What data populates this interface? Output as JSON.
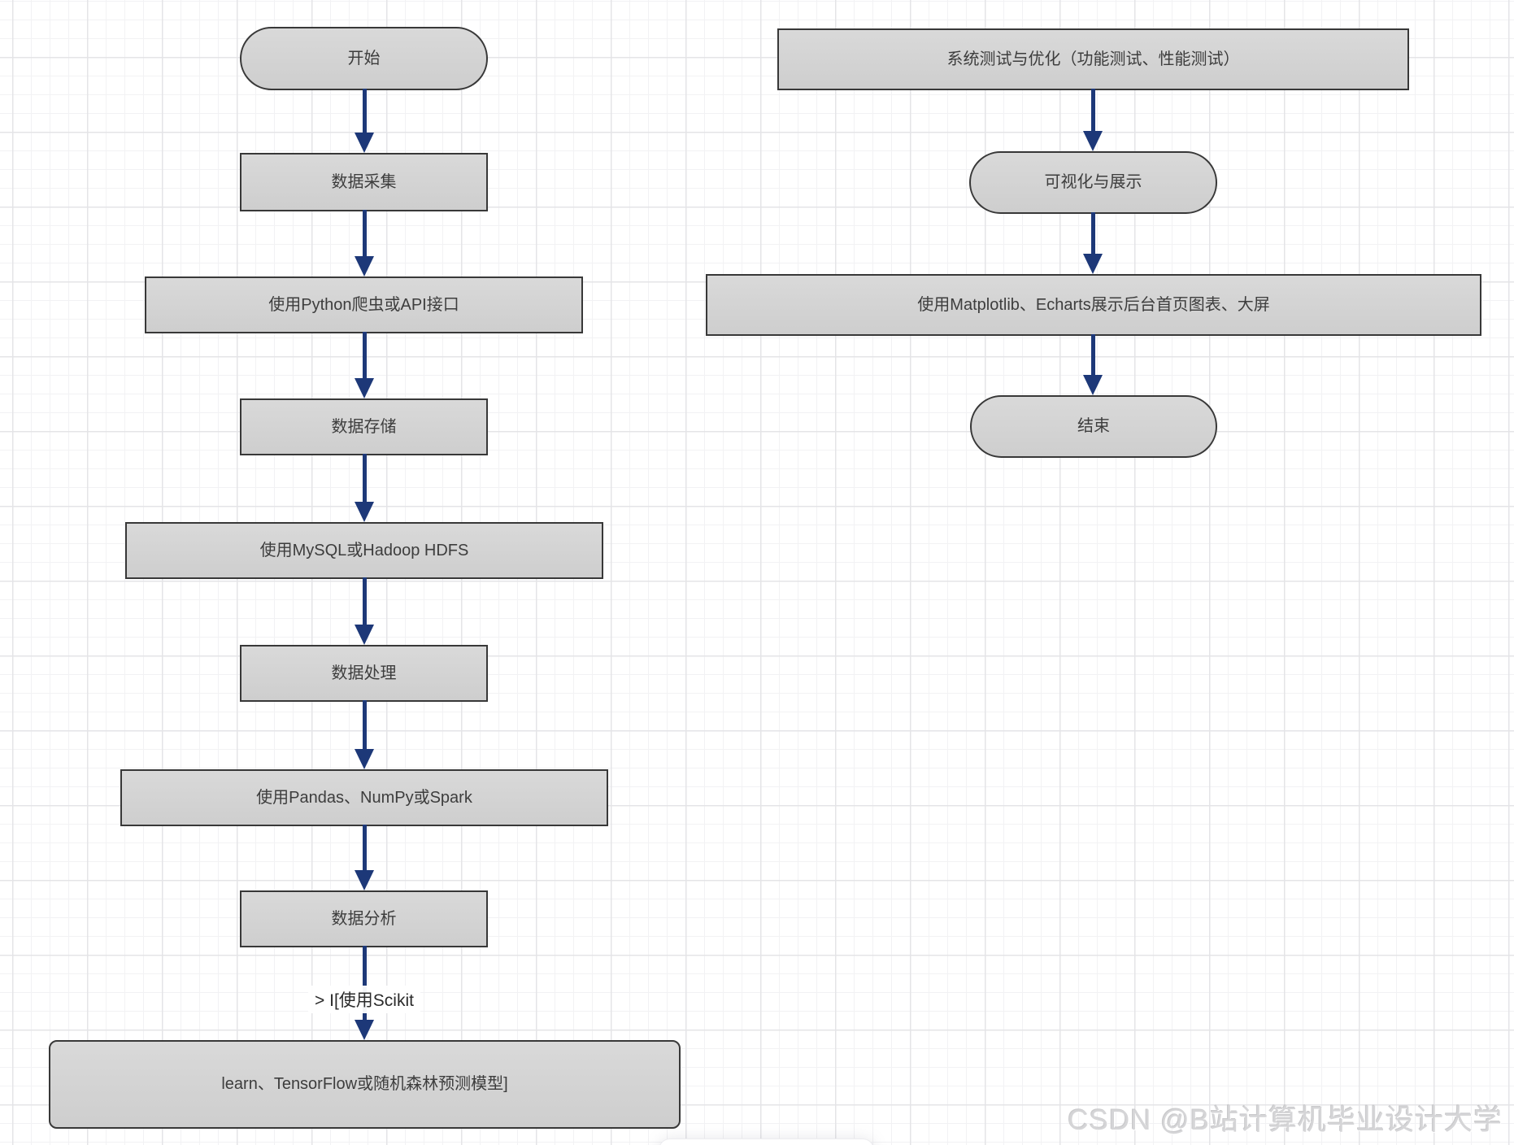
{
  "diagram": {
    "type": "flowchart",
    "colors": {
      "arrow": "#1d3878",
      "node_fill": "#d3d3d3",
      "node_border": "#383838",
      "grid_minor": "#f2f2f4",
      "grid_major": "#e4e4e7"
    },
    "left_flow": {
      "nodes": [
        {
          "id": "start",
          "shape": "stadium",
          "label": "开始"
        },
        {
          "id": "data-collection",
          "shape": "rect",
          "label": "数据采集"
        },
        {
          "id": "python-crawler-api",
          "shape": "rect",
          "label": "使用Python爬虫或API接口"
        },
        {
          "id": "data-storage",
          "shape": "rect",
          "label": "数据存储"
        },
        {
          "id": "mysql-hadoop-hdfs",
          "shape": "rect",
          "label": "使用MySQL或Hadoop HDFS"
        },
        {
          "id": "data-processing",
          "shape": "rect",
          "label": "数据处理"
        },
        {
          "id": "pandas-numpy-spark",
          "shape": "rect",
          "label": "使用Pandas、NumPy或Spark"
        },
        {
          "id": "data-analysis",
          "shape": "rect",
          "label": "数据分析"
        },
        {
          "id": "prediction-model",
          "shape": "rounded",
          "label": "learn、TensorFlow或随机森林预测模型]"
        }
      ],
      "edge_label": "> I[使用Scikit"
    },
    "right_flow": {
      "nodes": [
        {
          "id": "system-test",
          "shape": "rect",
          "label": "系统测试与优化（功能测试、性能测试）"
        },
        {
          "id": "visualization",
          "shape": "stadium",
          "label": "可视化与展示"
        },
        {
          "id": "matplotlib-echarts",
          "shape": "rect",
          "label": "使用Matplotlib、Echarts展示后台首页图表、大屏"
        },
        {
          "id": "end",
          "shape": "stadium",
          "label": "结束"
        }
      ]
    }
  },
  "watermark": {
    "text": "CSDN @B站计算机毕业设计大学"
  }
}
